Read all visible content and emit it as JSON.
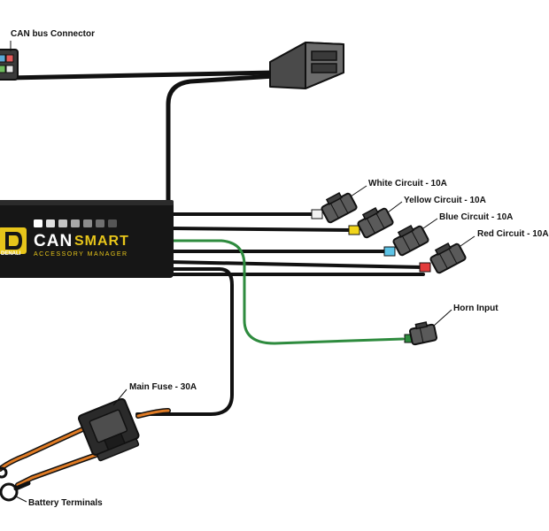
{
  "labels": {
    "can_bus_connector": "CAN bus Connector",
    "white_circuit": "White Circuit - 10A",
    "yellow_circuit": "Yellow Circuit - 10A",
    "blue_circuit": "Blue Circuit - 10A",
    "red_circuit": "Red Circuit - 10A",
    "horn_input": "Horn Input",
    "main_fuse": "Main Fuse - 30A",
    "battery_terminals": "Battery Terminals"
  },
  "module": {
    "brand_part1": "CAN",
    "brand_part2": "SMART",
    "subtitle": "ACCESSORY MANAGER",
    "logo_text": "DENALI"
  },
  "colors": {
    "wire": "#111111",
    "module_body": "#161616",
    "accent_yellow": "#e7c51a",
    "horn_wire": "#2e8b3e",
    "battery_wire": "#e07b24",
    "white_circuit": "#f2f2f2",
    "yellow_circuit": "#f1d51b",
    "blue_circuit": "#5cc3e6",
    "red_circuit": "#e33b3b"
  }
}
